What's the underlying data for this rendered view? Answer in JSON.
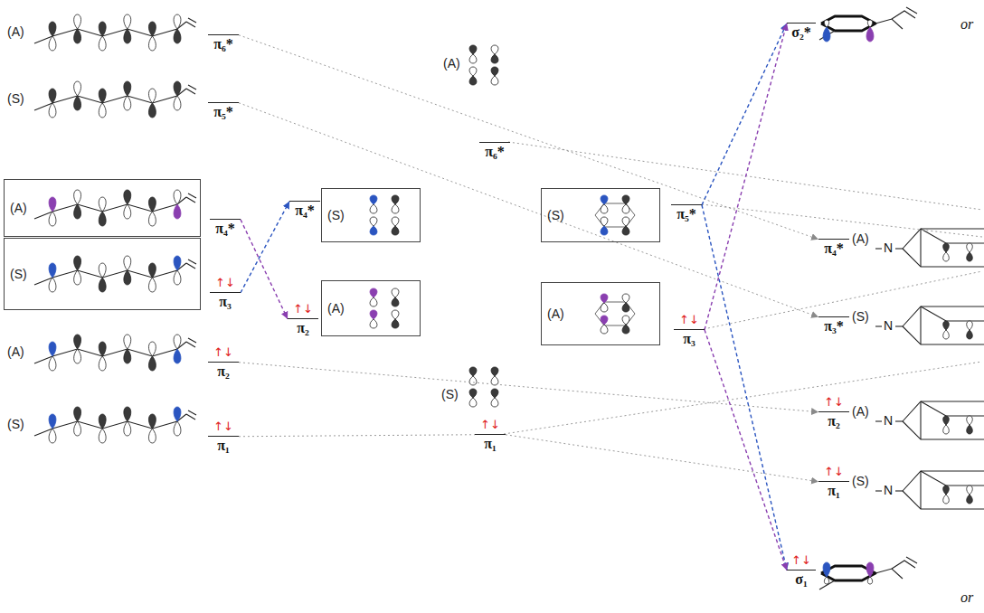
{
  "diagram": {
    "nodes": [
      {
        "text": [
          "π₆*"
        ]
      },
      {
        "text": [
          "π₅*"
        ]
      },
      {
        "text": [
          "(A)"
        ]
      },
      {
        "text": [
          "π₄*"
        ]
      },
      {
        "text": [
          "(S)"
        ]
      },
      {
        "text": [
          "π₃",
          "↑↓"
        ]
      },
      {
        "text": [
          "π₂",
          "↑↓"
        ]
      },
      {
        "text": [
          "π₁",
          "↑↓"
        ]
      },
      {
        "text": [
          "π₄*"
        ]
      },
      {
        "text": [
          "(S)"
        ]
      },
      {
        "text": [
          "π₂",
          "↑↓"
        ]
      },
      {
        "text": [
          "(A)"
        ]
      },
      {
        "text": [
          "π₆*"
        ]
      },
      {
        "text": [
          "π₁",
          "↑↓"
        ]
      },
      {
        "text": [
          "(S)"
        ]
      },
      {
        "text": [
          "π₅*"
        ]
      },
      {
        "text": [
          "(A)"
        ]
      },
      {
        "text": [
          "π₃",
          "↑↓"
        ]
      },
      {
        "text": [
          "σ₂*"
        ]
      },
      {
        "text": [
          "π₄*"
        ]
      },
      {
        "text": [
          "π₃*"
        ]
      },
      {
        "text": [
          "π₂",
          "↑↓"
        ]
      },
      {
        "text": [
          "π₁",
          "↑↓"
        ]
      },
      {
        "text": [
          "σ₁",
          "↑↓"
        ]
      }
    ],
    "edges": [
      {
        "from": 0,
        "to": 19,
        "arrow": "to"
      },
      {
        "from": 1,
        "to": 20,
        "arrow": "to"
      },
      {
        "from": 6,
        "to": 21,
        "arrow": "to"
      },
      {
        "from": 7,
        "to": 13,
        "arrow": "none"
      },
      {
        "from": 13,
        "to": 22,
        "arrow": "to"
      },
      {
        "from": 3,
        "to": 10,
        "arrow": "to"
      },
      {
        "from": 5,
        "to": 8,
        "arrow": "to"
      },
      {
        "from": 15,
        "to": 18,
        "arrow": "to"
      },
      {
        "from": 15,
        "to": 23,
        "arrow": "to"
      },
      {
        "from": 17,
        "to": 18,
        "arrow": "to"
      },
      {
        "from": 17,
        "to": 23,
        "arrow": "to"
      }
    ],
    "labels": [
      "(A)",
      "(S)",
      "(A)",
      "(S)",
      "(A)",
      "(S)",
      "or",
      "(A)",
      "N",
      "(S)",
      "N",
      "(A)",
      "N",
      "(S)",
      "N",
      "or"
    ]
  }
}
